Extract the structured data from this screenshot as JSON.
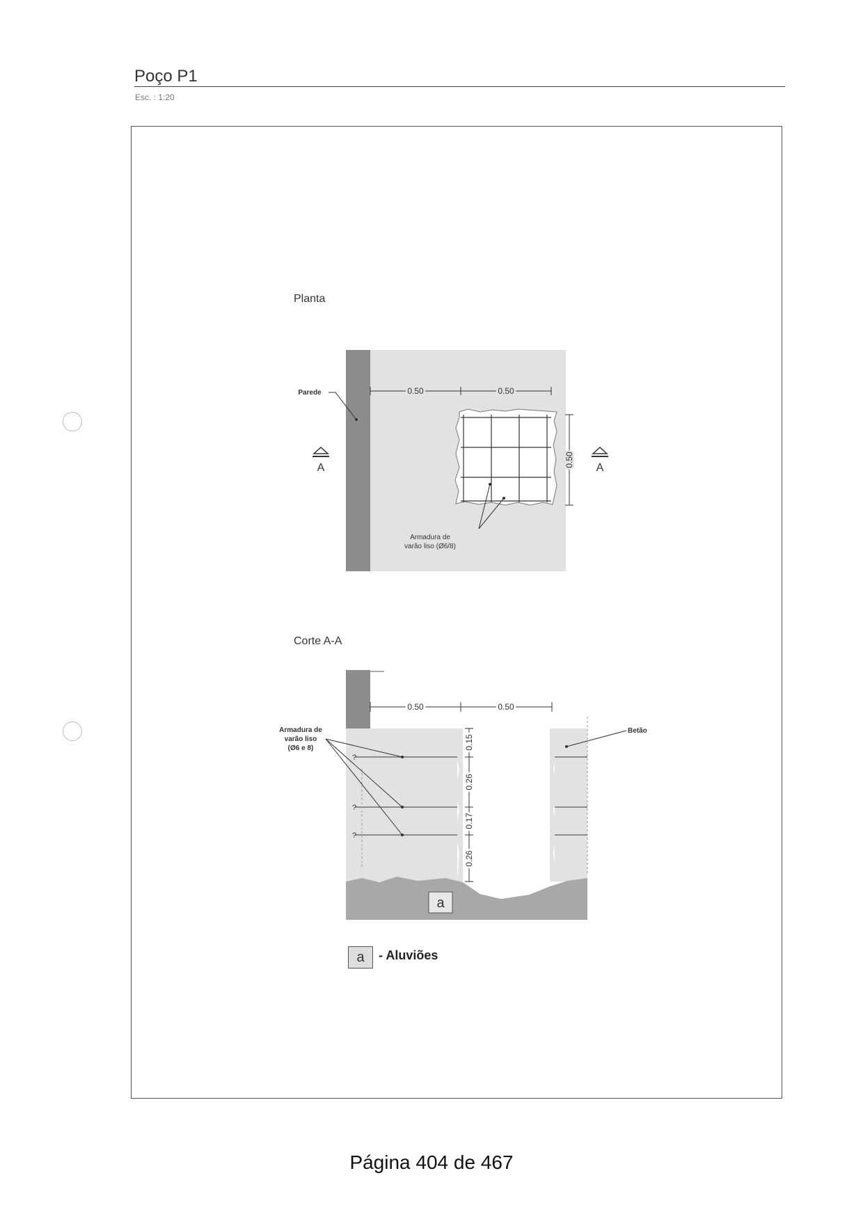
{
  "header": {
    "title": "Poço P1",
    "scale": "Esc. : 1:20"
  },
  "planta": {
    "label": "Planta",
    "parede_label": "Parede",
    "dim_a": "0.50",
    "dim_b": "0.50",
    "dim_v": "0.50",
    "section_marker": "A",
    "armadura_label_1": "Armadura de",
    "armadura_label_2": "varão liso (Ø6/8)"
  },
  "corte": {
    "label": "Corte A-A",
    "dim_a": "0.50",
    "dim_b": "0.50",
    "armadura_label_1": "Armadura de",
    "armadura_label_2": "varão liso",
    "armadura_label_3": "(Ø6 e 8)",
    "betao_label": "Betão",
    "depths": [
      "0.15",
      "0.26",
      "0.17",
      "0.26"
    ],
    "unknown_marker": "?",
    "soil_code": "a"
  },
  "legend": {
    "code": "a",
    "text": "- Aluviões"
  },
  "footer": {
    "page": "Página 404 de 467"
  },
  "colors": {
    "wall": "#8c8c8c",
    "concrete": "#e2e2e2",
    "soil": "#a8a8a8",
    "line": "#333333"
  }
}
